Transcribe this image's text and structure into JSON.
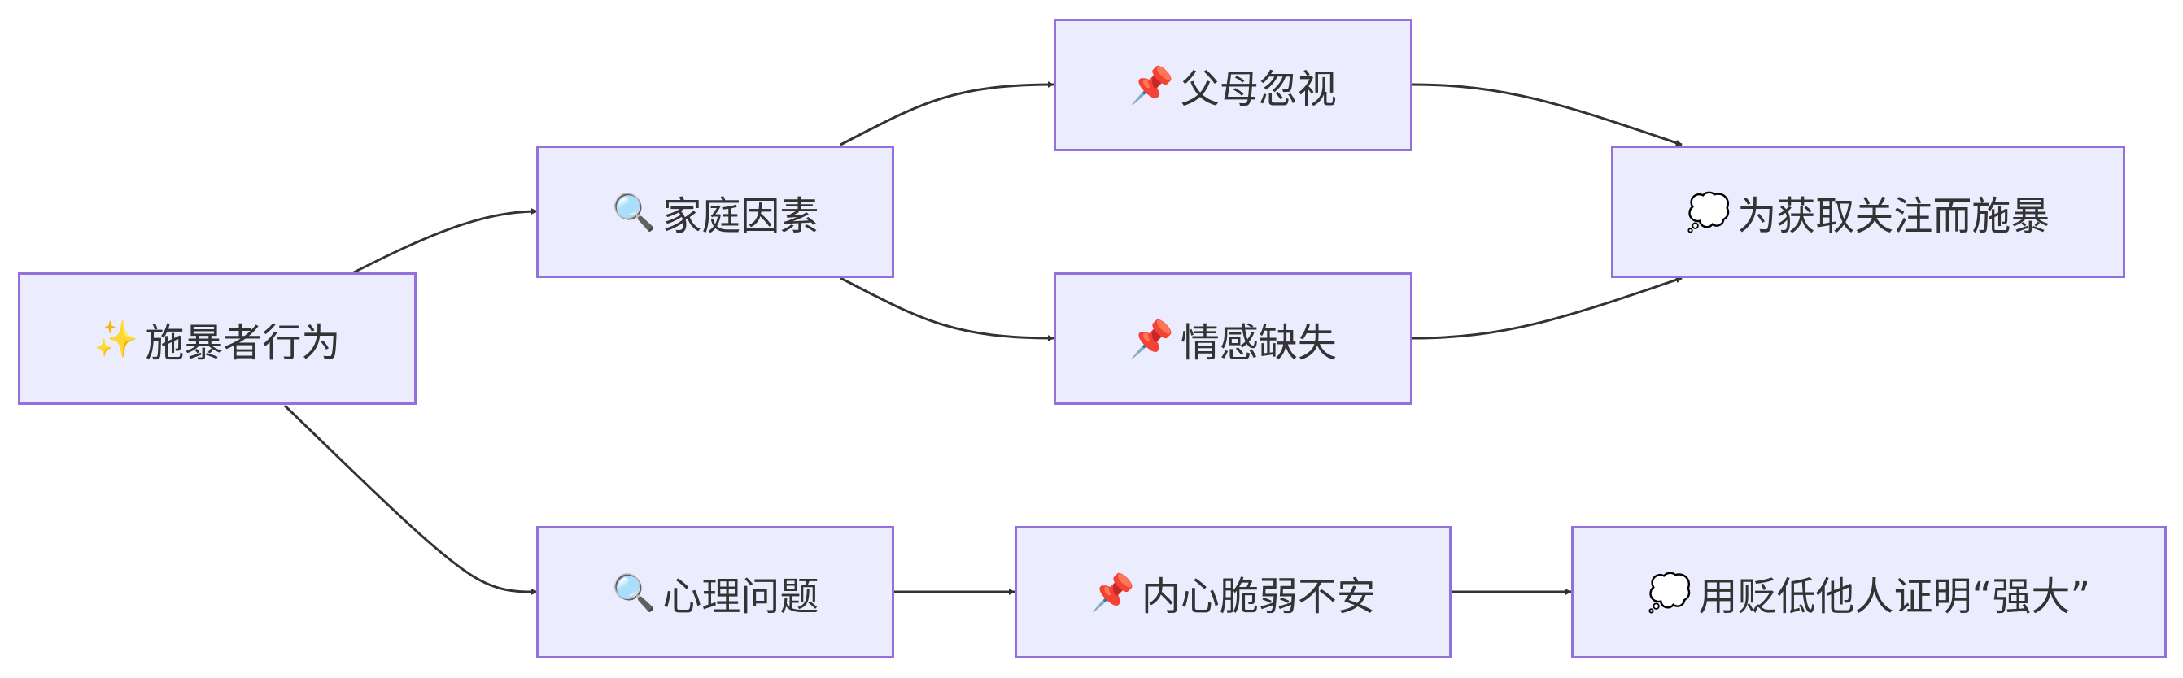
{
  "diagram": {
    "nodes": {
      "root": {
        "icon": "sparkles-icon",
        "glyph": "✨",
        "label": "施暴者行为"
      },
      "family": {
        "icon": "magnifier-icon",
        "glyph": "🔍",
        "label": "家庭因素"
      },
      "psych": {
        "icon": "magnifier-icon",
        "glyph": "🔍",
        "label": "心理问题"
      },
      "neglect": {
        "icon": "pushpin-icon",
        "glyph": "📌",
        "label": "父母忽视"
      },
      "emotion": {
        "icon": "pushpin-icon",
        "glyph": "📌",
        "label": "情感缺失"
      },
      "fragile": {
        "icon": "pushpin-icon",
        "glyph": "📌",
        "label": "内心脆弱不安"
      },
      "attention": {
        "icon": "speech-bubble-icon",
        "glyph": "💭",
        "label": "为获取关注而施暴"
      },
      "belittle": {
        "icon": "speech-bubble-icon",
        "glyph": "💭",
        "label": "用贬低他人证明“强大”"
      }
    },
    "edges": [
      {
        "from": "root",
        "to": "family"
      },
      {
        "from": "root",
        "to": "psych"
      },
      {
        "from": "family",
        "to": "neglect"
      },
      {
        "from": "family",
        "to": "emotion"
      },
      {
        "from": "psych",
        "to": "fragile"
      },
      {
        "from": "neglect",
        "to": "attention"
      },
      {
        "from": "emotion",
        "to": "attention"
      },
      {
        "from": "fragile",
        "to": "belittle"
      }
    ],
    "colors": {
      "node_fill": "#ececff",
      "node_border": "#9370db",
      "edge": "#333333",
      "text": "#333333"
    }
  }
}
